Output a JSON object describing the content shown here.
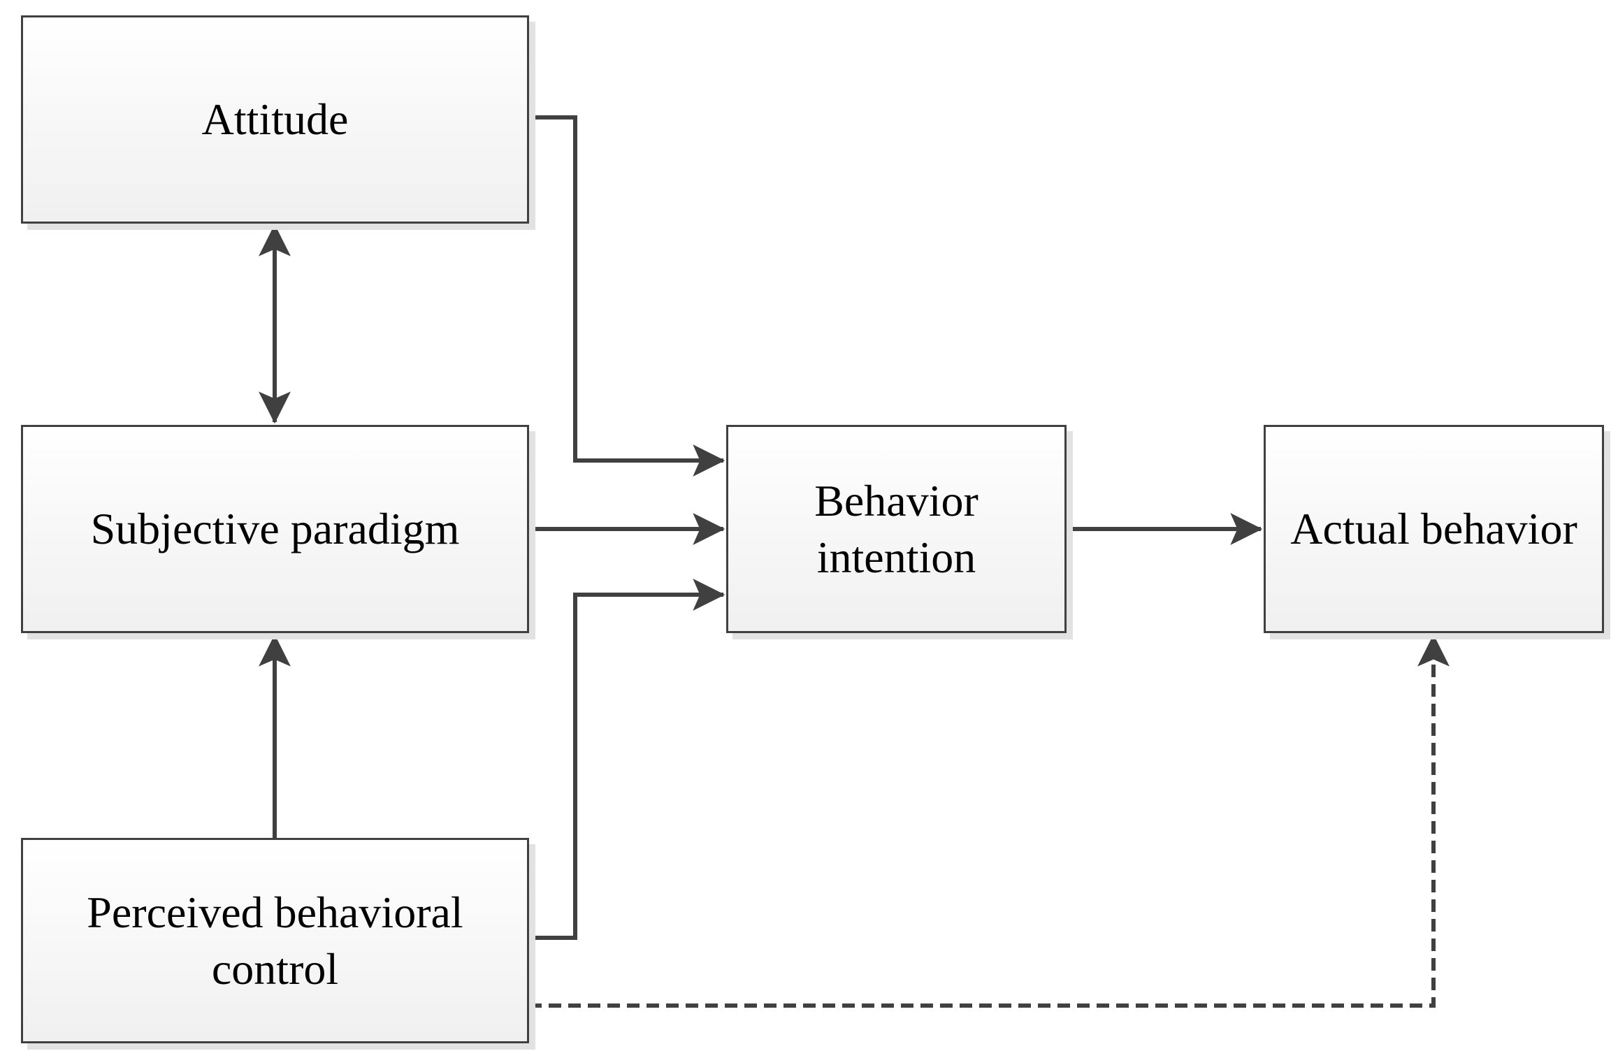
{
  "nodes": {
    "attitude": {
      "label": "Attitude"
    },
    "subjective_paradigm": {
      "label": "Subjective paradigm"
    },
    "perceived_behavioral_control": {
      "lines": [
        "Perceived behavioral",
        "control"
      ]
    },
    "behavior_intention": {
      "lines": [
        "Behavior",
        "intention"
      ]
    },
    "actual_behavior": {
      "label": "Actual behavior"
    }
  },
  "edges": [
    {
      "from": "attitude",
      "to": "subjective_paradigm",
      "style": "solid",
      "direction": "both"
    },
    {
      "from": "perceived_behavioral_control",
      "to": "subjective_paradigm",
      "style": "solid",
      "direction": "forward"
    },
    {
      "from": "attitude",
      "to": "behavior_intention",
      "style": "solid",
      "direction": "forward"
    },
    {
      "from": "subjective_paradigm",
      "to": "behavior_intention",
      "style": "solid",
      "direction": "forward"
    },
    {
      "from": "perceived_behavioral_control",
      "to": "behavior_intention",
      "style": "solid",
      "direction": "forward"
    },
    {
      "from": "behavior_intention",
      "to": "actual_behavior",
      "style": "solid",
      "direction": "forward"
    },
    {
      "from": "perceived_behavioral_control",
      "to": "actual_behavior",
      "style": "dashed",
      "direction": "forward"
    }
  ],
  "colors": {
    "stroke": "#404040",
    "box_fill_top": "#ffffff",
    "box_fill_bottom": "#f0f0f0",
    "shadow": "#e2e2e2",
    "text": "#000000"
  }
}
